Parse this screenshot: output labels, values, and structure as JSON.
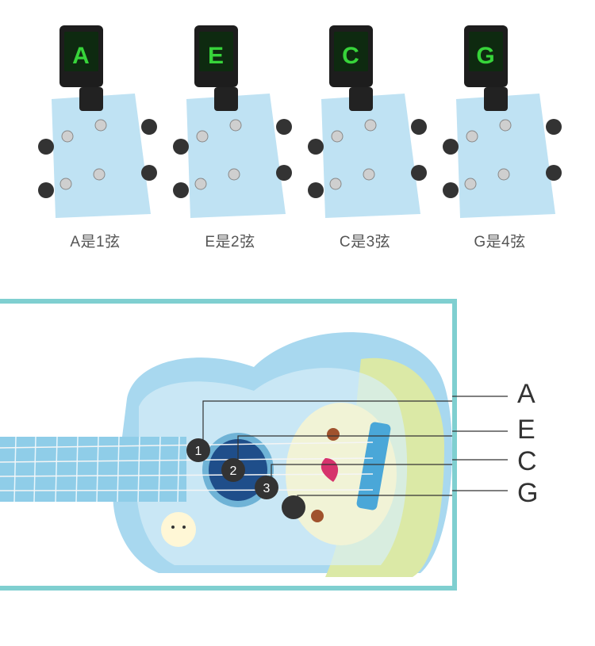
{
  "tuners": [
    {
      "note": "A",
      "caption": "A是1弦"
    },
    {
      "note": "E",
      "caption": "E是2弦"
    },
    {
      "note": "C",
      "caption": "C是3弦"
    },
    {
      "note": "G",
      "caption": "G是4弦"
    }
  ],
  "diagram": {
    "markers": [
      "1",
      "2",
      "3"
    ],
    "callouts": [
      "A",
      "E",
      "C",
      "G"
    ]
  },
  "colors": {
    "ukulele_blue": "#a8d8ef",
    "frame_teal": "#7fcfd0",
    "display_green": "#37d43a",
    "marker_dark": "#333333"
  }
}
